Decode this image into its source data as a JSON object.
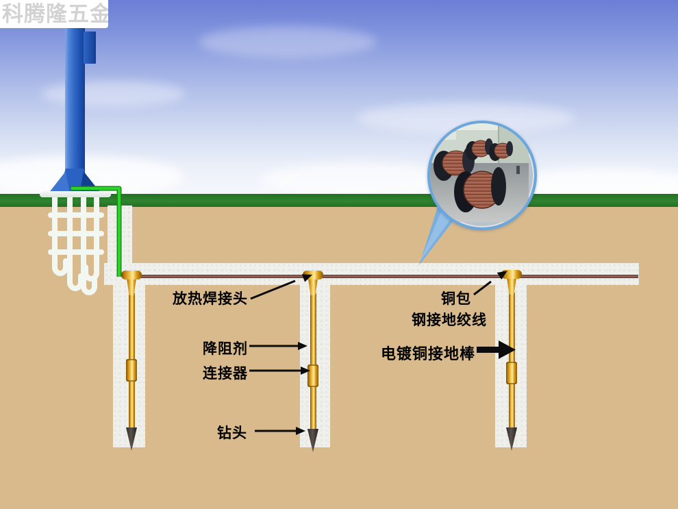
{
  "watermark": {
    "text": "科腾隆五金"
  },
  "labels": {
    "weld_joint": "放热焊接头",
    "resistance_reducer": "降阻剂",
    "connector": "连接器",
    "drill_bit": "钻头",
    "copper_clad_top": "铜包",
    "copper_clad_bottom": "钢接地绞线",
    "plated_ground_rod": "电镀铜接地棒"
  },
  "colors": {
    "sky_top": "#6b7ed6",
    "grass": "#2b7e2b",
    "soil": "#d8ba8c",
    "trench": "#efefeb",
    "rod_gold": "#e8b83a",
    "horizontal_wire": "#8a564c",
    "green_wire": "#2bd32b",
    "pole_blue": "#2f66c4",
    "inset_border": "#6ba6dc",
    "label_text": "#000000"
  }
}
